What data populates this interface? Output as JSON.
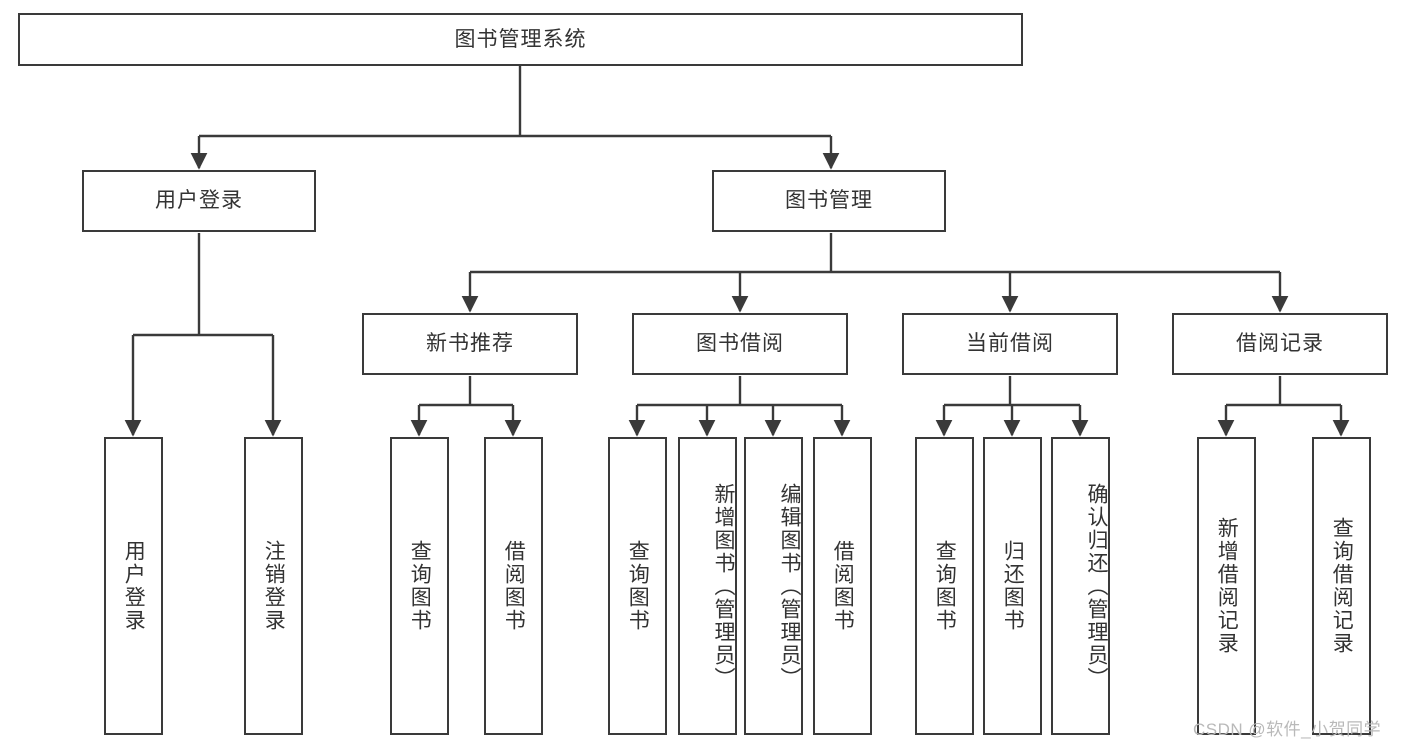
{
  "diagram": {
    "title": "图书管理系统",
    "type": "tree",
    "root": {
      "label": "图书管理系统"
    },
    "level1": [
      {
        "label": "用户登录"
      },
      {
        "label": "图书管理"
      }
    ],
    "level2": [
      {
        "label": "新书推荐"
      },
      {
        "label": "图书借阅"
      },
      {
        "label": "当前借阅"
      },
      {
        "label": "借阅记录"
      }
    ],
    "leaves": {
      "user_login": [
        {
          "label": "用户登录"
        },
        {
          "label": "注销登录"
        }
      ],
      "new_book_recommend": [
        {
          "label": "查询图书"
        },
        {
          "label": "借阅图书"
        }
      ],
      "book_borrow": [
        {
          "label": "查询图书"
        },
        {
          "label": "新增图书（管理员）"
        },
        {
          "label": "编辑图书（管理员）"
        },
        {
          "label": "借阅图书"
        }
      ],
      "current_borrow": [
        {
          "label": "查询图书"
        },
        {
          "label": "归还图书"
        },
        {
          "label": "确认归还（管理员）"
        }
      ],
      "borrow_record": [
        {
          "label": "新增借阅记录"
        },
        {
          "label": "查询借阅记录"
        }
      ]
    }
  },
  "watermark": {
    "text": "CSDN @软件_小贺同学"
  },
  "colors": {
    "stroke": "#3a3a3a",
    "text": "#333333",
    "background": "#ffffff",
    "watermark": "#b9b9b9"
  }
}
